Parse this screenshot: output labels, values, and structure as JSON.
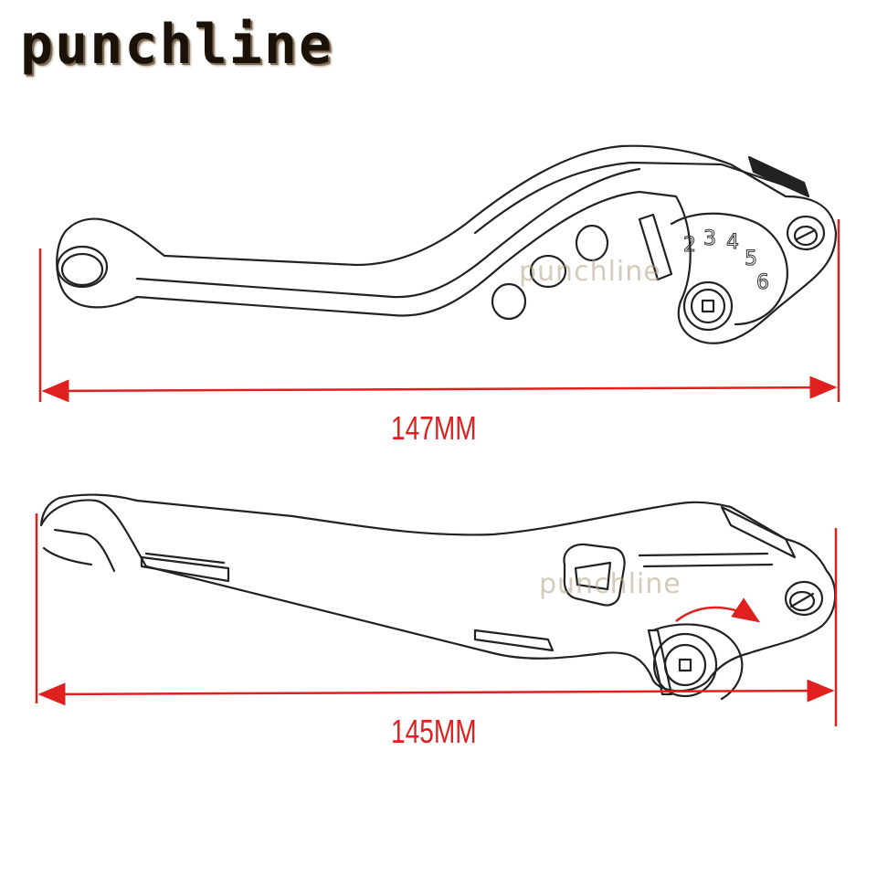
{
  "brand": {
    "logo_text": "punchline"
  },
  "watermarks": [
    "punchline",
    "punchline"
  ],
  "levers": [
    {
      "id": "lever-1",
      "length_label": "147MM",
      "adjust_numbers": [
        "2",
        "3",
        "4",
        "5",
        "6"
      ]
    },
    {
      "id": "lever-2",
      "length_label": "145MM"
    }
  ],
  "colors": {
    "dimension": "#e0201e",
    "outline": "#222222",
    "brand": "#1a1208"
  }
}
